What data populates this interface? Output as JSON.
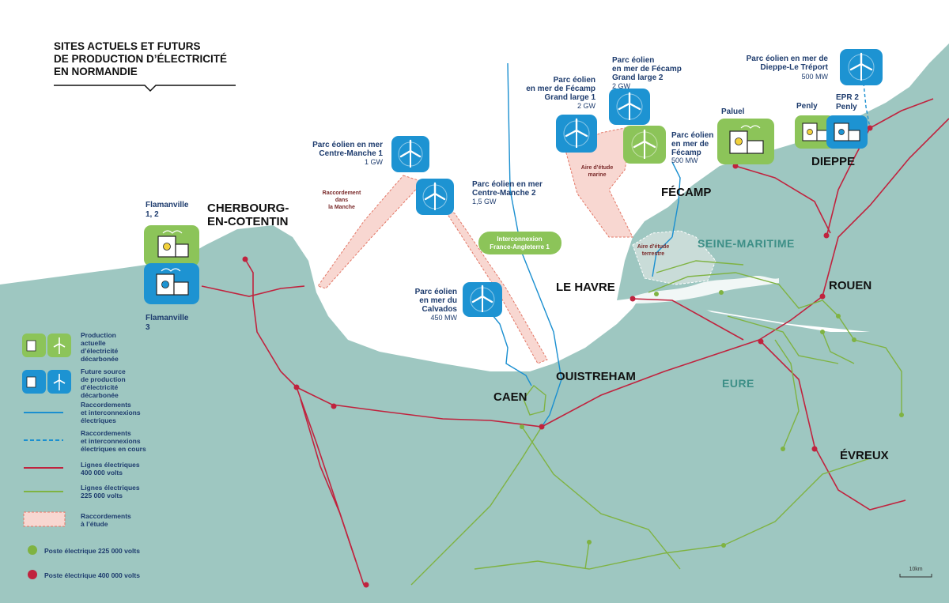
{
  "title": [
    "SITES ACTUELS ET FUTURS",
    "DE PRODUCTION D’ÉLECTRICITÉ",
    "EN NORMANDIE"
  ],
  "colors": {
    "land": "#9ec7c1",
    "sea": "#ffffff",
    "line_400kv": "#c0233e",
    "line_225kv": "#7fb342",
    "connection": "#1a8fd0",
    "study_fill": "#f8d7d1",
    "study_stroke": "#e37766",
    "current_tile": "#8cc459",
    "future_tile": "#1d93d2",
    "label_blue": "#1e3c6e"
  },
  "cities": {
    "cherbourg": [
      "CHERBOURG-",
      "EN-COTENTIN"
    ],
    "le_havre": "LE HAVRE",
    "caen": "CAEN",
    "ouistreham": "OUISTREHAM",
    "fecamp": "FÉCAMP",
    "dieppe": "DIEPPE",
    "rouen": "ROUEN",
    "evreux": "ÉVREUX"
  },
  "regions": {
    "seine_maritime": "SEINE-MARITIME",
    "eure": "EURE"
  },
  "sites": {
    "flamanville12": {
      "name": [
        "Flamanville",
        "1, 2"
      ],
      "icon": "nuclear-plant-icon"
    },
    "flamanville3": {
      "name": [
        "Flamanville",
        "3"
      ],
      "icon": "nuclear-plant-icon"
    },
    "paluel": {
      "name": "Paluel",
      "icon": "nuclear-plant-icon"
    },
    "penly": {
      "name": "Penly",
      "icon": "nuclear-plant-icon"
    },
    "epr2_penly": {
      "name": [
        "EPR 2",
        "Penly"
      ],
      "icon": "nuclear-plant-icon"
    },
    "cm1": {
      "name": [
        "Parc éolien en mer",
        "Centre-Manche 1"
      ],
      "capacity": "1 GW",
      "icon": "wind-turbine-icon"
    },
    "cm2": {
      "name": [
        "Parc éolien en mer",
        "Centre-Manche 2"
      ],
      "capacity": "1,5 GW",
      "icon": "wind-turbine-icon"
    },
    "calvados": {
      "name": [
        "Parc éolien",
        "en mer du",
        "Calvados"
      ],
      "capacity": "450 MW",
      "icon": "wind-turbine-icon"
    },
    "fecamp_gl1": {
      "name": [
        "Parc éolien",
        "en mer de Fécamp",
        "Grand large 1"
      ],
      "capacity": "2 GW",
      "icon": "wind-turbine-icon"
    },
    "fecamp_gl2": {
      "name": [
        "Parc éolien",
        "en mer de Fécamp",
        "Grand large 2"
      ],
      "capacity": "2 GW",
      "icon": "wind-turbine-icon"
    },
    "fecamp": {
      "name": [
        "Parc éolien",
        "en mer de",
        "Fécamp"
      ],
      "capacity": "500 MW",
      "icon": "wind-turbine-icon"
    },
    "dieppe_treport": {
      "name": [
        "Parc éolien en mer de",
        "Dieppe-Le Tréport"
      ],
      "capacity": "500 MW",
      "icon": "wind-turbine-icon"
    }
  },
  "annotations": {
    "raccordement_manche": [
      "Raccordement",
      "dans",
      "la Manche"
    ],
    "aire_marine": [
      "Aire d’étude",
      "marine"
    ],
    "aire_terrestre": [
      "Aire d’étude",
      "terrestre"
    ],
    "interconnexion": [
      "Interconnexion",
      "France-Angleterre 1"
    ]
  },
  "legend": {
    "production_actuelle": [
      "Production",
      "actuelle",
      "d’électricité",
      "décarbonée"
    ],
    "future_source": [
      "Future source",
      "de production",
      "d’électricité",
      "décarbonée"
    ],
    "raccordements": [
      "Raccordements",
      "et interconnexions",
      "électriques"
    ],
    "raccordements_en_cours": [
      "Raccordements",
      "et interconnexions",
      "électriques en cours"
    ],
    "lignes_400": [
      "Lignes électriques",
      "400 000 volts"
    ],
    "lignes_225": [
      "Lignes électriques",
      "225 000 volts"
    ],
    "raccordements_etude": [
      "Raccordements",
      "à l’étude"
    ],
    "poste_225": "Poste électrique  225 000 volts",
    "poste_400": "Poste électrique  400 000 volts"
  },
  "scale": "10km"
}
